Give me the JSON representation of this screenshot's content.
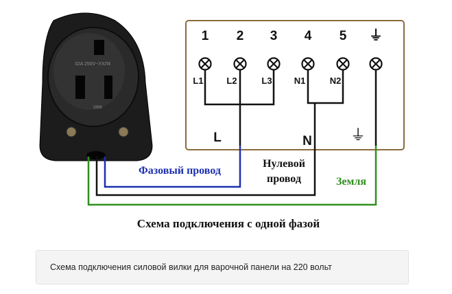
{
  "diagram": {
    "terminals": [
      {
        "number": "1",
        "label": "L1"
      },
      {
        "number": "2",
        "label": "L2"
      },
      {
        "number": "3",
        "label": "L3"
      },
      {
        "number": "4",
        "label": "N1"
      },
      {
        "number": "5",
        "label": "N2"
      },
      {
        "number": "⏚",
        "label": ""
      }
    ],
    "bus_labels": {
      "phase": "L",
      "neutral": "N",
      "ground": "⏚"
    },
    "plug": {
      "marking_top": "32A 250V~УХЛ4",
      "marking_year": "1998"
    },
    "wires": {
      "phase": "Фазовый провод",
      "neutral_line1": "Нулевой",
      "neutral_line2": "провод",
      "ground": "Земля"
    },
    "title": "Схема подключения с одной фазой",
    "colors": {
      "phase": "#1c2fb0",
      "neutral": "#111111",
      "ground": "#2f8f1c",
      "frame": "#8a6a3c"
    }
  },
  "caption": "Схема подключения силовой вилки для варочной панели на 220 вольт"
}
